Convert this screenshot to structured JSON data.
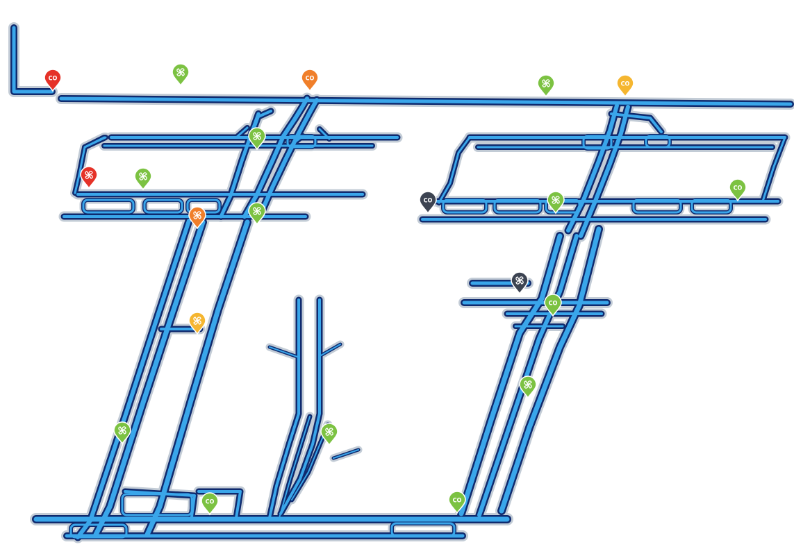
{
  "colors": {
    "tunnel_core": "#3aa6ea",
    "tunnel_edge": "#0f2a6e",
    "tunnel_halo": "#c3ccd6",
    "status": {
      "green": "#7cc242",
      "orange": "#f07f2a",
      "yellow": "#f5b630",
      "red": "#e53228",
      "dark": "#3d4452"
    }
  },
  "markers": [
    {
      "type": "co",
      "status": "red",
      "label": "CO"
    },
    {
      "type": "fan",
      "status": "green",
      "icon": "fan-icon"
    },
    {
      "type": "co",
      "status": "orange",
      "label": "CO"
    },
    {
      "type": "fan",
      "status": "green",
      "icon": "fan-icon"
    },
    {
      "type": "co",
      "status": "yellow",
      "label": "CO"
    },
    {
      "type": "fan",
      "status": "green",
      "icon": "fan-icon"
    },
    {
      "type": "fan",
      "status": "red",
      "icon": "fan-icon"
    },
    {
      "type": "fan",
      "status": "green",
      "icon": "fan-icon"
    },
    {
      "type": "fan",
      "status": "orange",
      "icon": "fan-icon"
    },
    {
      "type": "fan",
      "status": "green",
      "icon": "fan-icon"
    },
    {
      "type": "co",
      "status": "dark",
      "label": "CO"
    },
    {
      "type": "fan",
      "status": "green",
      "icon": "fan-icon"
    },
    {
      "type": "co",
      "status": "green",
      "label": "CO"
    },
    {
      "type": "fan",
      "status": "dark",
      "icon": "fan-icon"
    },
    {
      "type": "co",
      "status": "green",
      "label": "CO"
    },
    {
      "type": "fan",
      "status": "yellow",
      "icon": "fan-icon"
    },
    {
      "type": "fan",
      "status": "green",
      "icon": "fan-icon"
    },
    {
      "type": "fan",
      "status": "green",
      "icon": "fan-icon"
    },
    {
      "type": "fan",
      "status": "green",
      "icon": "fan-icon"
    },
    {
      "type": "co",
      "status": "green",
      "label": "CO"
    },
    {
      "type": "co",
      "status": "green",
      "label": "CO"
    }
  ]
}
